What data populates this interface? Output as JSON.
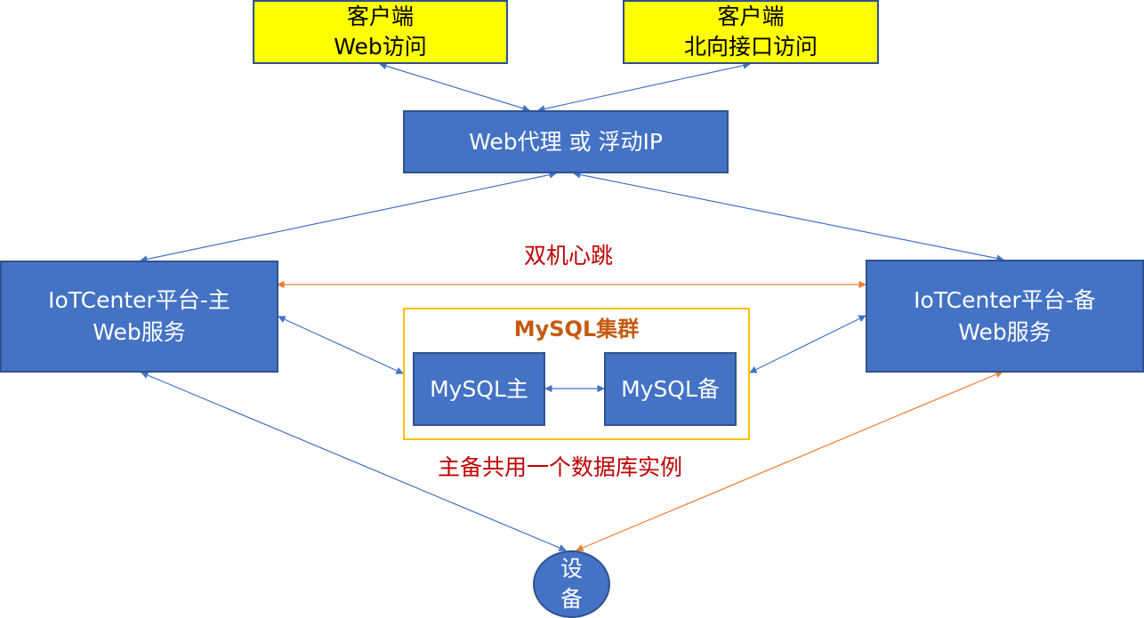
{
  "nodes": {
    "client_web": {
      "line1": "客户端",
      "line2": "Web访问"
    },
    "client_north": {
      "line1": "客户端",
      "line2": "北向接口访问"
    },
    "proxy": {
      "label": "Web代理 或 浮动IP"
    },
    "primary": {
      "line1": "IoTCenter平台-主",
      "line2": "Web服务"
    },
    "backup": {
      "line1": "IoTCenter平台-备",
      "line2": "Web服务"
    },
    "cluster": {
      "title": "MySQL集群"
    },
    "mysql_primary": {
      "label": "MySQL主"
    },
    "mysql_backup": {
      "label": "MySQL备"
    },
    "device": {
      "line1": "设",
      "line2": "备"
    }
  },
  "labels": {
    "heartbeat": "双机心跳",
    "shared_db": "主备共用一个数据库实例"
  },
  "colors": {
    "blue_fill": "#4472c4",
    "blue_border": "#2f528f",
    "yellow_fill": "#ffff00",
    "cluster_border": "#ffc000",
    "cluster_title": "#c55a11",
    "red_text": "#c00000",
    "blue_line": "#4472c4",
    "orange_line": "#ed7d31"
  },
  "edges": [
    {
      "from": "proxy",
      "to": "client_web",
      "color": "blue",
      "arrows": "both"
    },
    {
      "from": "proxy",
      "to": "client_north",
      "color": "blue",
      "arrows": "both"
    },
    {
      "from": "proxy",
      "to": "primary",
      "color": "blue",
      "arrows": "both"
    },
    {
      "from": "proxy",
      "to": "backup",
      "color": "blue",
      "arrows": "both"
    },
    {
      "from": "primary",
      "to": "backup",
      "color": "orange",
      "arrows": "both",
      "label": "heartbeat"
    },
    {
      "from": "primary",
      "to": "cluster",
      "color": "blue",
      "arrows": "both"
    },
    {
      "from": "backup",
      "to": "cluster",
      "color": "blue",
      "arrows": "both"
    },
    {
      "from": "mysql_primary",
      "to": "mysql_backup",
      "color": "blue",
      "arrows": "both"
    },
    {
      "from": "primary",
      "to": "device",
      "color": "blue",
      "arrows": "both"
    },
    {
      "from": "backup",
      "to": "device",
      "color": "orange",
      "arrows": "both"
    }
  ]
}
